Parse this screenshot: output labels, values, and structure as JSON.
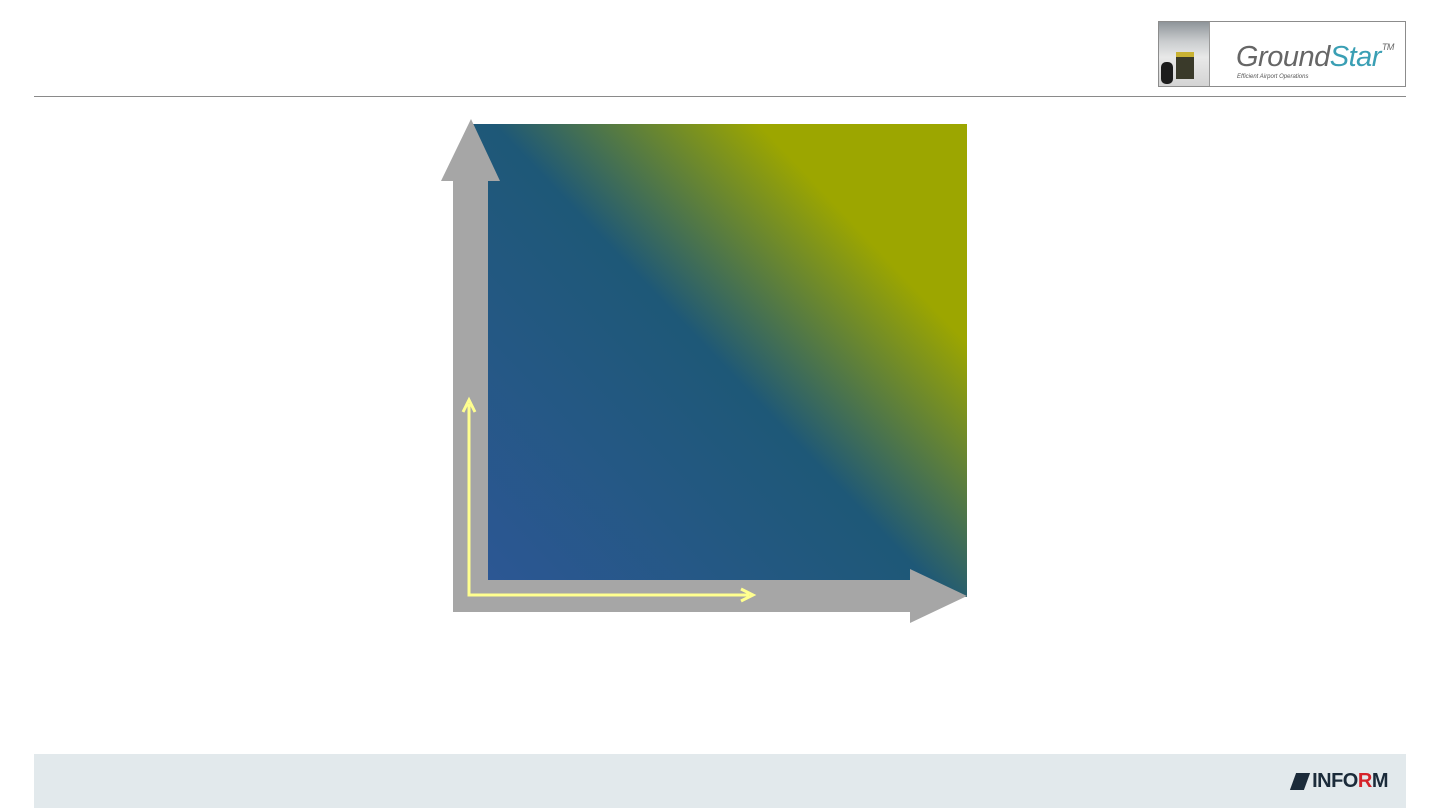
{
  "header": {
    "logo": {
      "name_part1": "Ground",
      "name_part2": "Star",
      "trademark": "TM",
      "tagline": "Efficient Airport Operations"
    }
  },
  "diagram": {
    "gradient_colors": {
      "bottom_left": "#2d5796",
      "middle": "#1e5877",
      "top_right": "#9ca600"
    },
    "axis_arrow_color": "#a6a6a6",
    "inner_arrow_color": "#ffff8f"
  },
  "footer": {
    "background_color": "#e2e9ec",
    "brand": {
      "part1": "INFO",
      "part2": "R",
      "part3": "M"
    }
  }
}
